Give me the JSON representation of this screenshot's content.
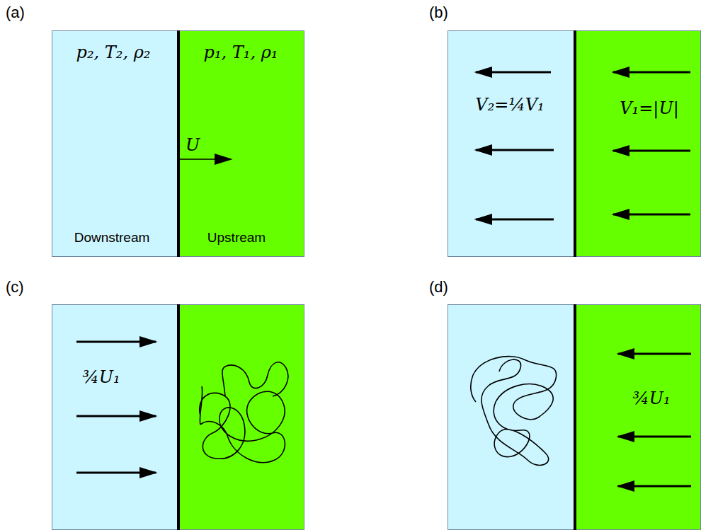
{
  "diagram": {
    "nodes": [
      {
        "text": [
          "p₂, T₂, ρ₂",
          "Downstream"
        ]
      },
      {
        "text": [
          "p₁, T₁, ρ₁",
          "Upstream"
        ]
      },
      {
        "text": [
          "V₂=¼V₁"
        ]
      },
      {
        "text": [
          "V₁=|U|"
        ]
      },
      {
        "text": [
          "¾U₁"
        ]
      },
      {
        "text": [
          "¾U₁"
        ]
      }
    ],
    "labels": [
      "(a)",
      "(b)",
      "(c)",
      "(d)",
      "U"
    ]
  }
}
